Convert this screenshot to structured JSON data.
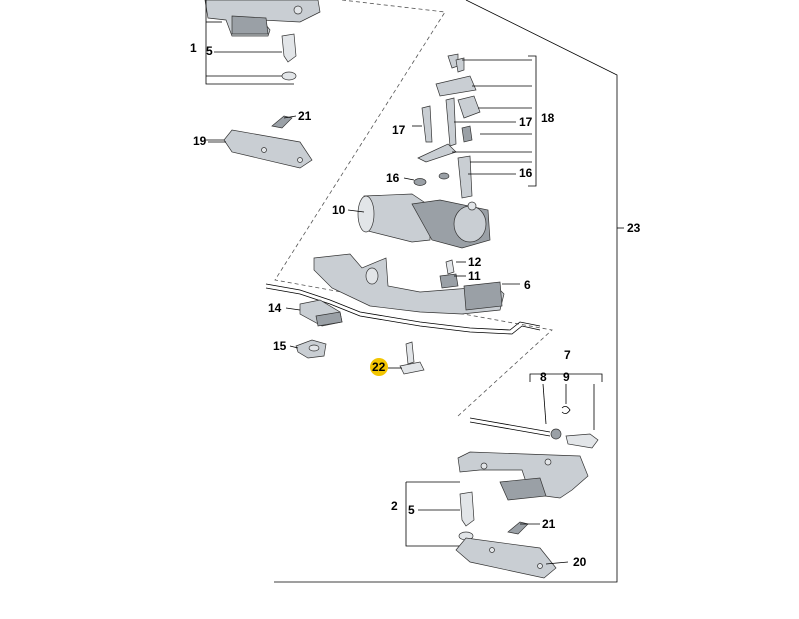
{
  "callouts": {
    "c1": "1",
    "c5_top": "5",
    "c21_top": "21",
    "c19": "19",
    "c17_left": "17",
    "c17_right": "17",
    "c18": "18",
    "c16_left": "16",
    "c16_right": "16",
    "c10": "10",
    "c12": "12",
    "c11": "11",
    "c6": "6",
    "c14": "14",
    "c15": "15",
    "c22": "22",
    "c23": "23",
    "c7": "7",
    "c8": "8",
    "c9": "9",
    "c2": "2",
    "c5_bottom": "5",
    "c21_bottom": "21",
    "c20": "20"
  },
  "colors": {
    "part_fill": "#c9ced3",
    "part_outline": "#333333",
    "highlight": "#f2c500",
    "label_text": "#000000"
  }
}
